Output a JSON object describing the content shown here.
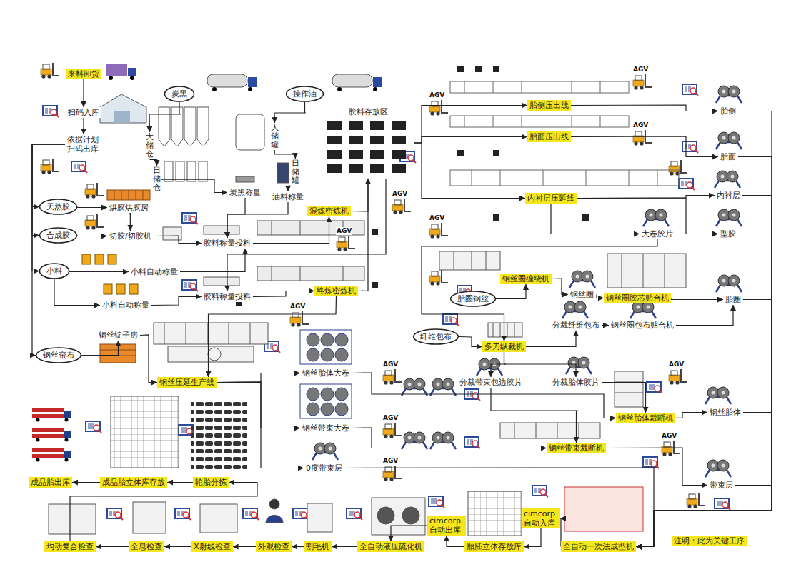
{
  "diagram": {
    "nodes": [
      {
        "text": [
          "来料卸货"
        ]
      },
      {
        "text": [
          "扫码入库"
        ]
      },
      {
        "text": [
          "依据计划 扫码出库"
        ]
      },
      {
        "text": [
          "炭黑"
        ]
      },
      {
        "text": [
          "操作油"
        ]
      },
      {
        "text": [
          "大储仓"
        ]
      },
      {
        "text": [
          "日储仓"
        ]
      },
      {
        "text": [
          "大储罐"
        ]
      },
      {
        "text": [
          "日储罐"
        ]
      },
      {
        "text": [
          "炭黑称量"
        ]
      },
      {
        "text": [
          "油料称量"
        ]
      },
      {
        "text": [
          "胶料存放区"
        ]
      },
      {
        "text": [
          "天然胶"
        ]
      },
      {
        "text": [
          "合成胶"
        ]
      },
      {
        "text": [
          "小料"
        ]
      },
      {
        "text": [
          "烘胶烘胶房"
        ]
      },
      {
        "text": [
          "切胶/切胶机"
        ]
      },
      {
        "text": [
          "胶料称量投料"
        ]
      },
      {
        "text": [
          "混炼密炼机"
        ]
      },
      {
        "text": [
          "小料自动称量"
        ]
      },
      {
        "text": [
          "小料自动称量"
        ]
      },
      {
        "text": [
          "胶料称量投料"
        ]
      },
      {
        "text": [
          "终炼密炼机"
        ]
      },
      {
        "text": [
          "钢丝帘布"
        ]
      },
      {
        "text": [
          "钢丝锭子房"
        ]
      },
      {
        "text": [
          "钢丝压延生产线"
        ]
      },
      {
        "text": [
          "钢丝胎体大卷"
        ]
      },
      {
        "text": [
          "钢丝带束大卷"
        ]
      },
      {
        "text": [
          "0度带束层"
        ]
      },
      {
        "text": [
          "胎侧压出线"
        ]
      },
      {
        "text": [
          "胎面压出线"
        ]
      },
      {
        "text": [
          "内衬层压延线"
        ]
      },
      {
        "text": [
          "胎侧"
        ]
      },
      {
        "text": [
          "胎面"
        ]
      },
      {
        "text": [
          "内衬层"
        ]
      },
      {
        "text": [
          "型胶"
        ]
      },
      {
        "text": [
          "大卷胶片"
        ]
      },
      {
        "text": [
          "钢丝圈缠绕机"
        ]
      },
      {
        "text": [
          "胎圈钢丝"
        ]
      },
      {
        "text": [
          "钢丝圈"
        ]
      },
      {
        "text": [
          "钢丝圈胶芯贴合机"
        ]
      },
      {
        "text": [
          "胎圈"
        ]
      },
      {
        "text": [
          "纤维包布"
        ]
      },
      {
        "text": [
          "多刀纵裁机"
        ]
      },
      {
        "text": [
          "分裁纤维包布"
        ]
      },
      {
        "text": [
          "钢丝圈包布贴合机"
        ]
      },
      {
        "text": [
          "分裁带束包边胶片"
        ]
      },
      {
        "text": [
          "分裁胎体胶片"
        ]
      },
      {
        "text": [
          "钢丝胎体"
        ]
      },
      {
        "text": [
          "钢丝胎体裁断机"
        ]
      },
      {
        "text": [
          "钢丝带束裁断机"
        ]
      },
      {
        "text": [
          "带束层"
        ]
      },
      {
        "text": [
          "全自动一次法成型机"
        ]
      },
      {
        "text": [
          "cimcorp 自动入库"
        ]
      },
      {
        "text": [
          "胎胚立体存放库"
        ]
      },
      {
        "text": [
          "cimcorp 自动出库"
        ]
      },
      {
        "text": [
          "全自动液压硫化机"
        ]
      },
      {
        "text": [
          "割毛机"
        ]
      },
      {
        "text": [
          "外观检查"
        ]
      },
      {
        "text": [
          "X射线检查"
        ]
      },
      {
        "text": [
          "全息检查"
        ]
      },
      {
        "text": [
          "均动复合检查"
        ]
      },
      {
        "text": [
          "轮胎分拣"
        ]
      },
      {
        "text": [
          "成品胎立体库存放"
        ]
      },
      {
        "text": [
          "成品胎出库"
        ]
      }
    ],
    "edges": [
      {
        "from": 0,
        "to": 1,
        "arrow": "to"
      },
      {
        "from": 1,
        "to": 2,
        "arrow": "to"
      },
      {
        "from": 2,
        "to": 12,
        "arrow": "to"
      },
      {
        "from": 2,
        "to": 13,
        "arrow": "to"
      },
      {
        "from": 2,
        "to": 14,
        "arrow": "to"
      },
      {
        "from": 2,
        "to": 23,
        "arrow": "to"
      },
      {
        "from": 12,
        "to": 15,
        "arrow": "to"
      },
      {
        "from": 13,
        "to": 16,
        "arrow": "to"
      },
      {
        "from": 15,
        "to": 16,
        "arrow": "to"
      },
      {
        "from": 16,
        "to": 17,
        "arrow": "to"
      },
      {
        "from": 14,
        "to": 19,
        "arrow": "to"
      },
      {
        "from": 14,
        "to": 20,
        "arrow": "to"
      },
      {
        "from": 19,
        "to": 17,
        "arrow": "to"
      },
      {
        "from": 20,
        "to": 21,
        "arrow": "to"
      },
      {
        "from": 3,
        "to": 5,
        "arrow": "to"
      },
      {
        "from": 5,
        "to": 6,
        "arrow": "to"
      },
      {
        "from": 6,
        "to": 9,
        "arrow": "to"
      },
      {
        "from": 9,
        "to": 17,
        "arrow": "to"
      },
      {
        "from": 4,
        "to": 7,
        "arrow": "to"
      },
      {
        "from": 7,
        "to": 8,
        "arrow": "to"
      },
      {
        "from": 8,
        "to": 10,
        "arrow": "to"
      },
      {
        "from": 10,
        "to": 17,
        "arrow": "to"
      },
      {
        "from": 17,
        "to": 18,
        "arrow": "to"
      },
      {
        "from": 18,
        "to": 11,
        "arrow": "to"
      },
      {
        "from": 11,
        "to": 21,
        "arrow": "to"
      },
      {
        "from": 21,
        "to": 22,
        "arrow": "to"
      },
      {
        "from": 22,
        "to": 11,
        "arrow": "to"
      },
      {
        "from": 22,
        "to": 25,
        "arrow": "to"
      },
      {
        "from": 23,
        "to": 24,
        "arrow": "to"
      },
      {
        "from": 24,
        "to": 25,
        "arrow": "to"
      },
      {
        "from": 25,
        "to": 26,
        "arrow": "to"
      },
      {
        "from": 25,
        "to": 27,
        "arrow": "to"
      },
      {
        "from": 25,
        "to": 28,
        "arrow": "to"
      },
      {
        "from": 11,
        "to": 29,
        "arrow": "to"
      },
      {
        "from": 11,
        "to": 30,
        "arrow": "to"
      },
      {
        "from": 11,
        "to": 31,
        "arrow": "to"
      },
      {
        "from": 29,
        "to": 32,
        "arrow": "to"
      },
      {
        "from": 30,
        "to": 33,
        "arrow": "to"
      },
      {
        "from": 31,
        "to": 34,
        "arrow": "to"
      },
      {
        "from": 31,
        "to": 35,
        "arrow": "to"
      },
      {
        "from": 31,
        "to": 36,
        "arrow": "to"
      },
      {
        "from": 36,
        "to": 43,
        "arrow": "to"
      },
      {
        "from": 38,
        "to": 37,
        "arrow": "to"
      },
      {
        "from": 37,
        "to": 39,
        "arrow": "to"
      },
      {
        "from": 39,
        "to": 40,
        "arrow": "to"
      },
      {
        "from": 40,
        "to": 41,
        "arrow": "to"
      },
      {
        "from": 42,
        "to": 43,
        "arrow": "to"
      },
      {
        "from": 43,
        "to": 44,
        "arrow": "to"
      },
      {
        "from": 43,
        "to": 46,
        "arrow": "to"
      },
      {
        "from": 43,
        "to": 47,
        "arrow": "to"
      },
      {
        "from": 44,
        "to": 45,
        "arrow": "to"
      },
      {
        "from": 45,
        "to": 41,
        "arrow": "to"
      },
      {
        "from": 26,
        "to": 49,
        "arrow": "to"
      },
      {
        "from": 47,
        "to": 49,
        "arrow": "to"
      },
      {
        "from": 49,
        "to": 48,
        "arrow": "to"
      },
      {
        "from": 27,
        "to": 50,
        "arrow": "to"
      },
      {
        "from": 46,
        "to": 50,
        "arrow": "to"
      },
      {
        "from": 50,
        "to": 51,
        "arrow": "to"
      },
      {
        "from": 28,
        "to": 52,
        "arrow": "to"
      },
      {
        "from": 32,
        "to": 52,
        "arrow": "to"
      },
      {
        "from": 33,
        "to": 52,
        "arrow": "to"
      },
      {
        "from": 34,
        "to": 52,
        "arrow": "to"
      },
      {
        "from": 35,
        "to": 52,
        "arrow": "to"
      },
      {
        "from": 41,
        "to": 52,
        "arrow": "to"
      },
      {
        "from": 48,
        "to": 52,
        "arrow": "to"
      },
      {
        "from": 51,
        "to": 52,
        "arrow": "to"
      },
      {
        "from": 52,
        "to": 53,
        "arrow": "to"
      },
      {
        "from": 53,
        "to": 54,
        "arrow": "to"
      },
      {
        "from": 54,
        "to": 55,
        "arrow": "to"
      },
      {
        "from": 55,
        "to": 56,
        "arrow": "to"
      },
      {
        "from": 56,
        "to": 57,
        "arrow": "to"
      },
      {
        "from": 57,
        "to": 58,
        "arrow": "to"
      },
      {
        "from": 58,
        "to": 59,
        "arrow": "to"
      },
      {
        "from": 59,
        "to": 60,
        "arrow": "to"
      },
      {
        "from": 60,
        "to": 61,
        "arrow": "to"
      },
      {
        "from": 61,
        "to": 62,
        "arrow": "to"
      },
      {
        "from": 62,
        "to": 63,
        "arrow": "to"
      },
      {
        "from": 63,
        "to": 64,
        "arrow": "to"
      }
    ],
    "labels": [
      "AGV",
      "AGV",
      "AGV",
      "AGV",
      "AGV",
      "AGV",
      "AGV",
      "AGV",
      "AGV",
      "AGV",
      "AGV",
      "AGV",
      "注明：此为关键工序"
    ]
  }
}
